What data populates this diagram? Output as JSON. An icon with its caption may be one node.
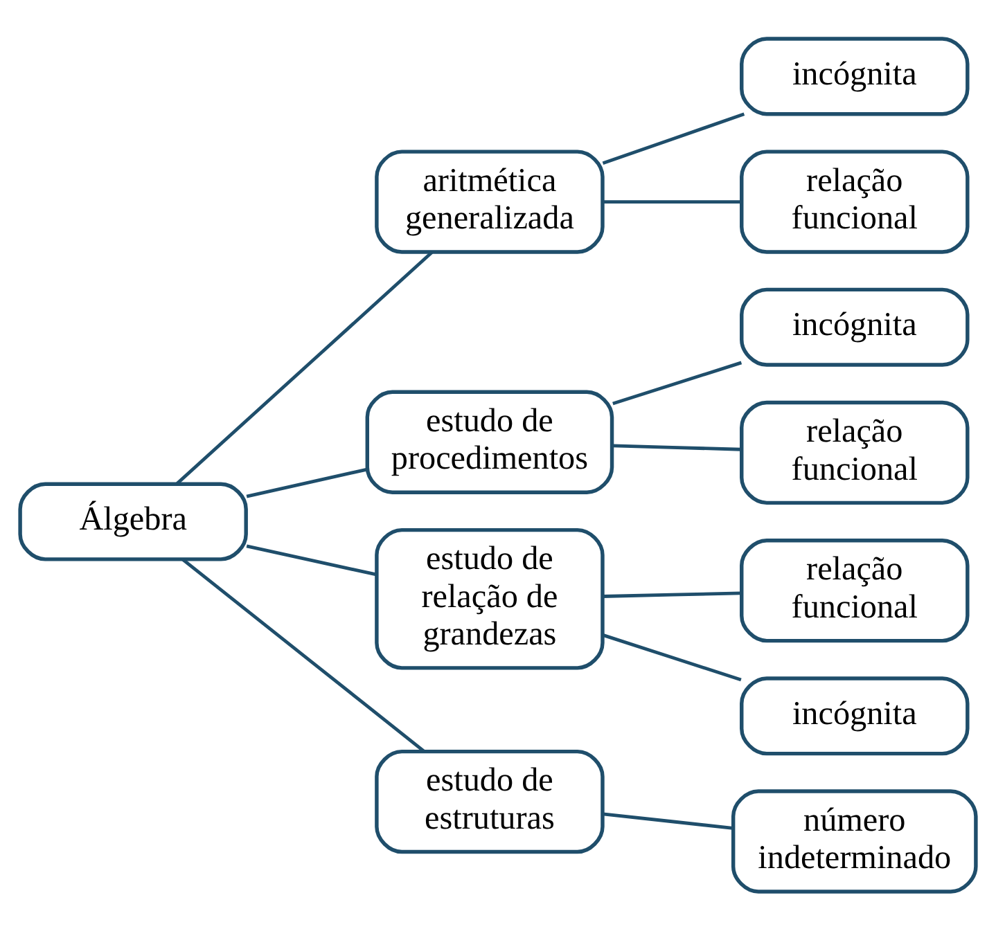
{
  "diagram": {
    "nodes": [
      {
        "text": [
          "Álgebra"
        ]
      },
      {
        "text": [
          "aritmética generalizada"
        ]
      },
      {
        "text": [
          "incógnita"
        ]
      },
      {
        "text": [
          "relação funcional"
        ]
      },
      {
        "text": [
          "estudo de procedimentos"
        ]
      },
      {
        "text": [
          "incógnita"
        ]
      },
      {
        "text": [
          "relação funcional"
        ]
      },
      {
        "text": [
          "estudo de relação de grandezas"
        ]
      },
      {
        "text": [
          "relação funcional"
        ]
      },
      {
        "text": [
          "incógnita"
        ]
      },
      {
        "text": [
          "estudo de estruturas"
        ]
      },
      {
        "text": [
          "número indeterminado"
        ]
      }
    ],
    "edges": [
      {
        "from": 0,
        "to": 1,
        "arrow": "none"
      },
      {
        "from": 1,
        "to": 2,
        "arrow": "none"
      },
      {
        "from": 1,
        "to": 3,
        "arrow": "none"
      },
      {
        "from": 0,
        "to": 4,
        "arrow": "none"
      },
      {
        "from": 4,
        "to": 5,
        "arrow": "none"
      },
      {
        "from": 4,
        "to": 6,
        "arrow": "none"
      },
      {
        "from": 0,
        "to": 7,
        "arrow": "none"
      },
      {
        "from": 7,
        "to": 8,
        "arrow": "none"
      },
      {
        "from": 7,
        "to": 9,
        "arrow": "none"
      },
      {
        "from": 0,
        "to": 10,
        "arrow": "none"
      },
      {
        "from": 10,
        "to": 11,
        "arrow": "none"
      }
    ]
  }
}
